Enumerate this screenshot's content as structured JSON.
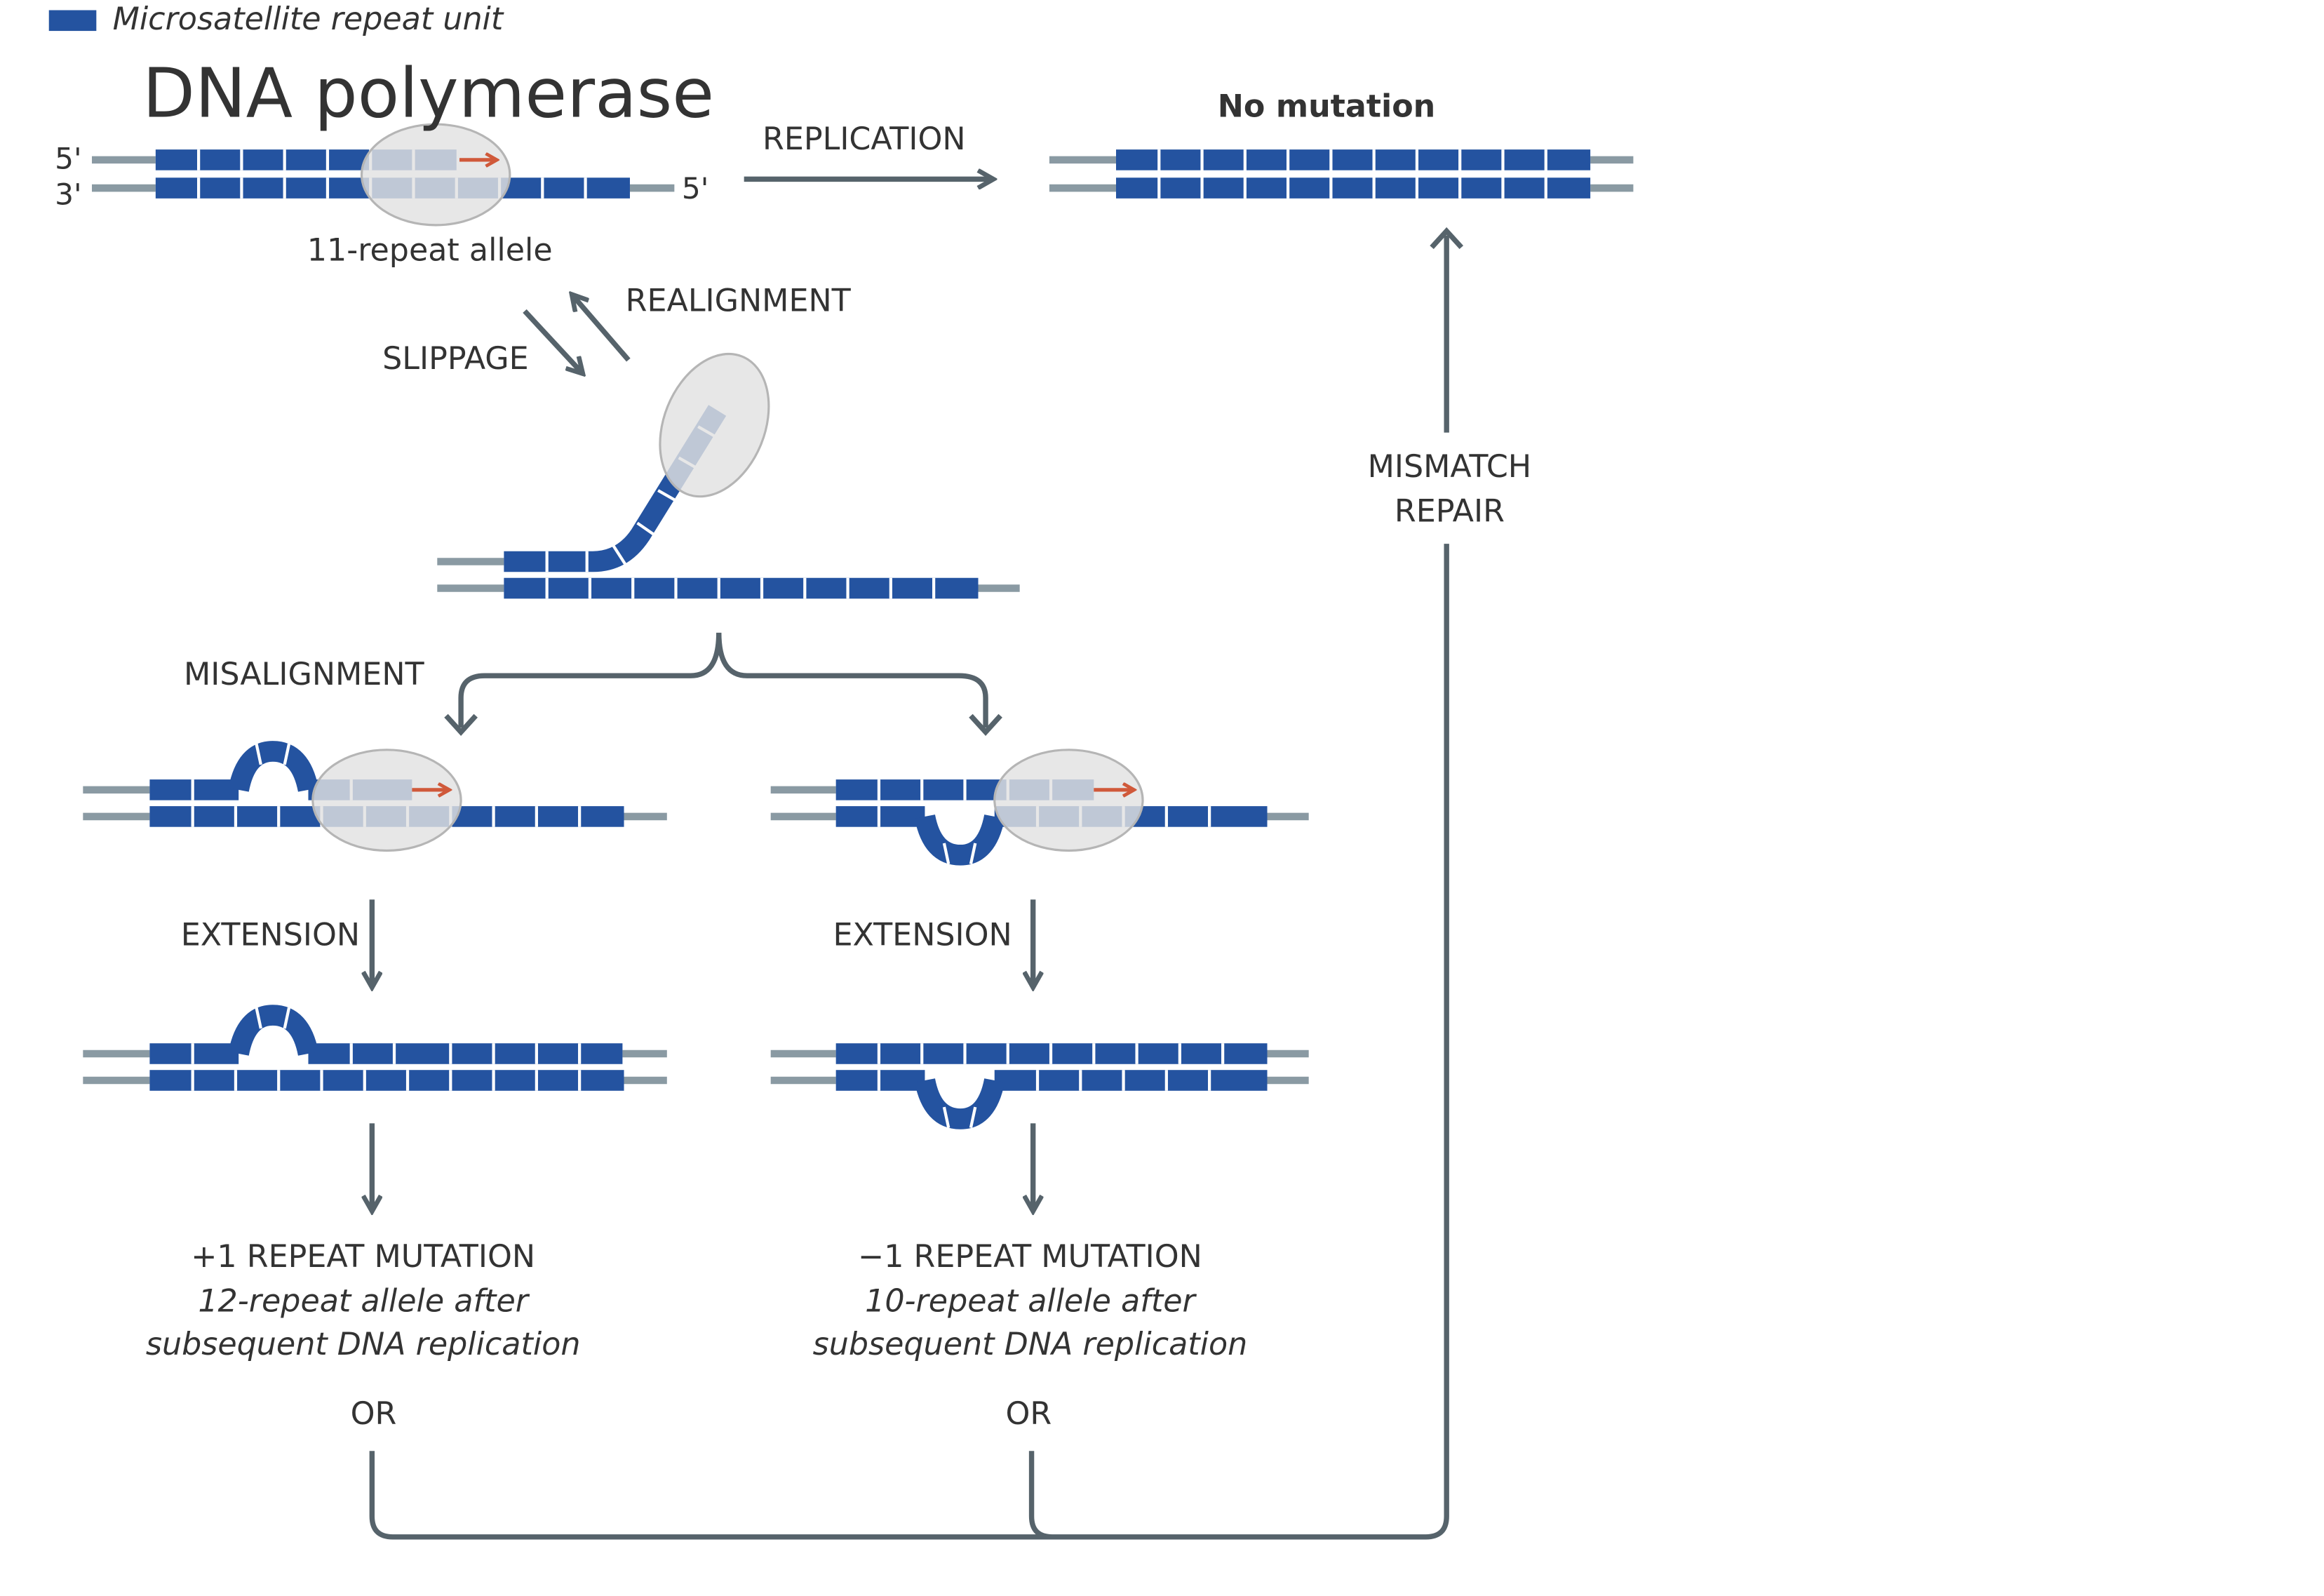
{
  "legend": {
    "label": "Microsatellite repeat unit"
  },
  "labels": {
    "dna_polymerase": "DNA polymerase",
    "five_prime_top": "5'",
    "three_prime": "3'",
    "five_prime_right": "5'",
    "allele": "11-repeat allele",
    "replication": "REPLICATION",
    "no_mutation": "No mutation",
    "realignment": "REALIGNMENT",
    "slippage": "SLIPPAGE",
    "misalignment": "MISALIGNMENT",
    "mismatch_repair_1": "MISMATCH",
    "mismatch_repair_2": "REPAIR",
    "extension_left": "EXTENSION",
    "extension_right": "EXTENSION",
    "plus_title": "+1 REPEAT MUTATION",
    "plus_sub1": "12-repeat allele after",
    "plus_sub2": "subsequent DNA replication",
    "minus_title": "−1 REPEAT MUTATION",
    "minus_sub1": "10-repeat allele after",
    "minus_sub2": "subsequent DNA replication",
    "or_left": "OR",
    "or_right": "OR"
  },
  "colors": {
    "repeat_unit": "#2453a0",
    "backbone": "#8a9aa3",
    "arrow": "#56636b",
    "polymerase": "#e2e2e2",
    "polymerase_outline": "#b5b5b5",
    "synthesis_arrow": "#d0593a",
    "text": "#333333"
  }
}
